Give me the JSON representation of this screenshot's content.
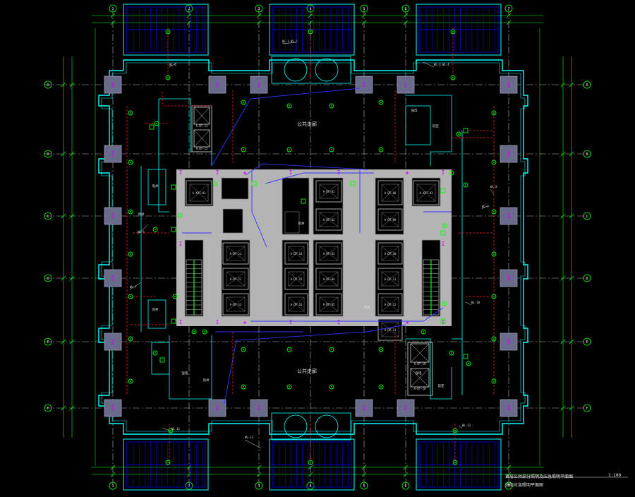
{
  "colors": {
    "background": "#000000",
    "grid_line": "#b8b8b8",
    "dimension": "#00ff00",
    "wall": "#00ffff",
    "column": "#6a6a8a",
    "column_mark": "#d000ff",
    "core": "#b4b4b4",
    "balcony": "#0000ff",
    "cable": "#3333ff",
    "device": "#00ff00",
    "dashed_route": "#ff2020",
    "label": "#e0e0e0"
  },
  "grid_axes": {
    "top": [
      "1",
      "2",
      "3",
      "4",
      "5",
      "6",
      "7"
    ],
    "left": [
      "A",
      "B",
      "C",
      "D",
      "E",
      "F"
    ],
    "right": [
      "A",
      "B",
      "C",
      "D",
      "E",
      "F"
    ]
  },
  "zones": {
    "north_hall": "公共走廊",
    "south_hall": "公共走廊"
  },
  "elevators": {
    "left_shaft": [
      "A-DT-11",
      "A-DT-12"
    ],
    "left_core_top": [
      "A-XDT-01"
    ],
    "left_core_bottom": [
      "A-DT-11",
      "A-DT-12",
      "A-DT-13"
    ],
    "mid_col_a": [
      "A-DT-14",
      "A-DT-15",
      "A-DT-16"
    ],
    "mid_col_b": [
      "A-DT-01",
      "A-DT-02",
      "A-DT-03",
      "A-DT-04",
      "A-DT-05"
    ],
    "right_core_top": [
      "A-DT-08",
      "A-XDT-02"
    ],
    "right_core": [
      "A-DT-09",
      "A-DT-10",
      "A-DT-11",
      "A-DT-12"
    ],
    "right_shaft": [
      "A-DT-19",
      "A-DT-20"
    ]
  },
  "rooms": {
    "left_top_small": "电井",
    "left_side": "风井",
    "right_top": "强电",
    "right_side": "前室",
    "left_lower": "风井",
    "right_lower": "强电",
    "core_left_mid": "风井",
    "core_right_mid": "风井",
    "bottom_left_room": "强电",
    "bottom_left_room2": "风井",
    "bottom_right_room": "前室"
  },
  "annotations": [
    "WL-1 WL-2",
    "WL-3 WL-4",
    "WL-5",
    "WL-6",
    "WL-7",
    "WL-8",
    "WL-9",
    "WL-10",
    "WL-11",
    "WL-12",
    "WL-13"
  ],
  "title_block": {
    "line1": "首层公共部分照明及应急照明平面图",
    "scale": "1:100",
    "line2": "消防应急照明平面图"
  }
}
